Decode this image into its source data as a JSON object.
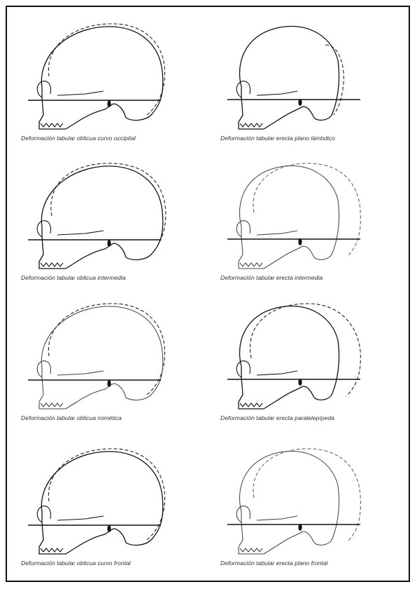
{
  "figure": {
    "panels": [
      {
        "id": "p1",
        "caption": "Deformación tabular oblicua curvo occipital"
      },
      {
        "id": "p2",
        "caption": "Deformación tabular erecta plano lámbdico"
      },
      {
        "id": "p3",
        "caption": "Deformación tabular oblicua intermedia"
      },
      {
        "id": "p4",
        "caption": "Deformación tabular erecta intermedia"
      },
      {
        "id": "p5",
        "caption": "Deformación tabular oblicua mimética"
      },
      {
        "id": "p6",
        "caption": "Deformación tabular erecta paralelepípeda"
      },
      {
        "id": "p7",
        "caption": "Deformación tabular oblicua curvo frontal"
      },
      {
        "id": "p8",
        "caption": "Deformación tabular erecta plano frontal"
      }
    ]
  }
}
